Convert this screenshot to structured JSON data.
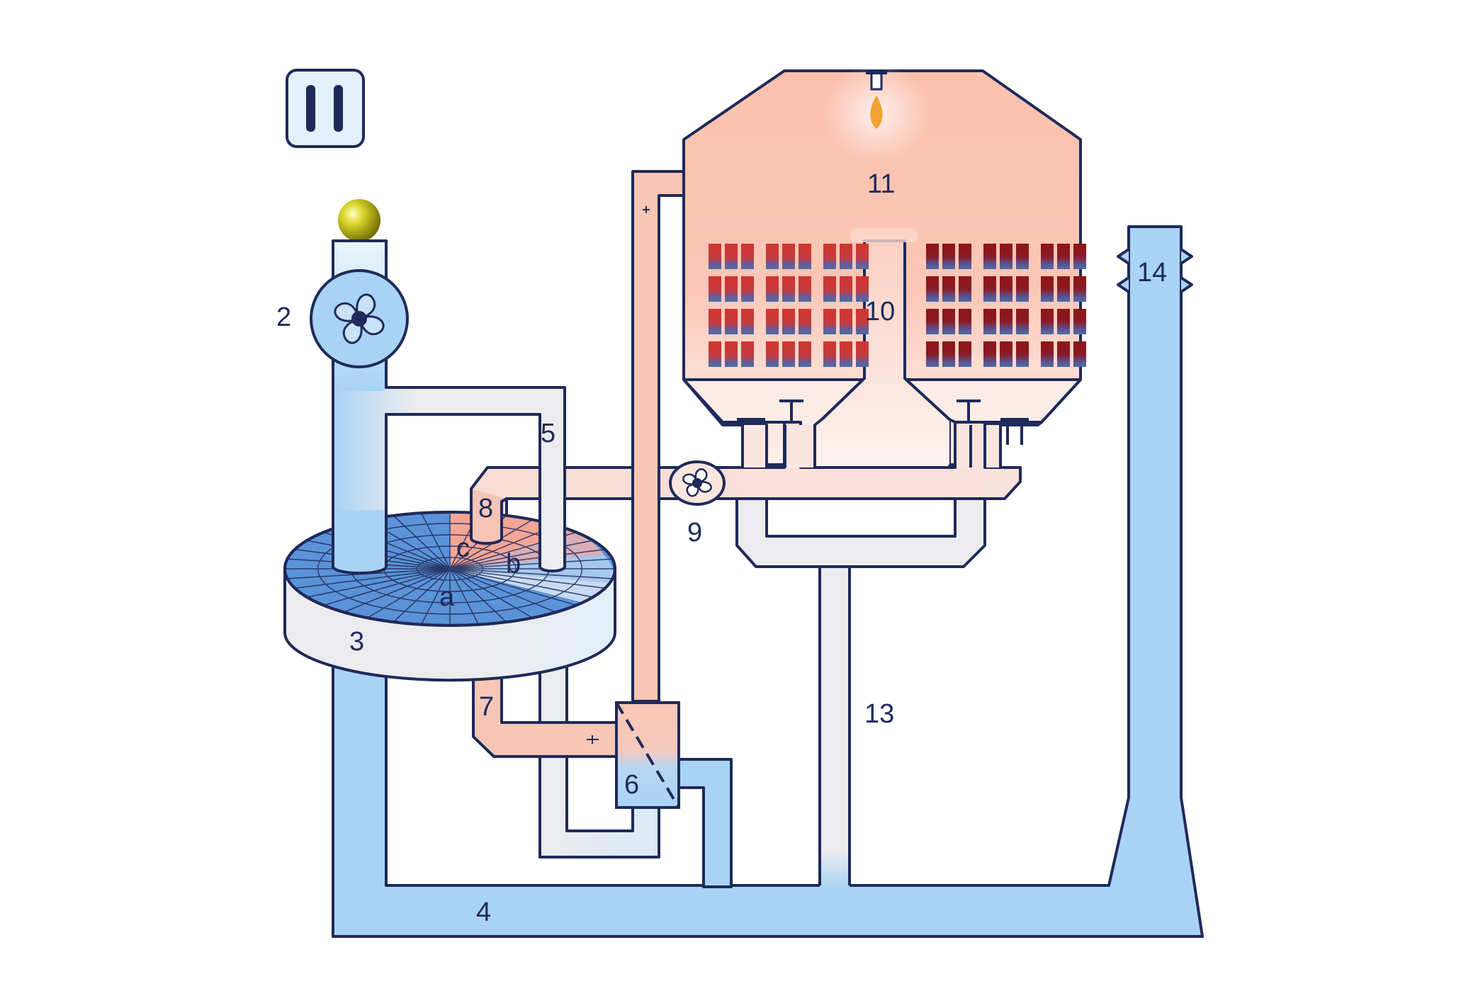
{
  "controls": {
    "pause_icon": "pause-icon",
    "indicator": "status-light-icon"
  },
  "labels": {
    "fan_2": "2",
    "wheel_3": "3",
    "sector_a": "a",
    "sector_b": "b",
    "sector_c": "c",
    "duct_4": "4",
    "duct_5": "5",
    "exchanger_6": "6",
    "duct_7": "7",
    "duct_8": "8",
    "fan_9": "9",
    "duct_10": "10",
    "chamber_11": "11",
    "duct_13": "13",
    "stack_14": "14"
  },
  "colors": {
    "stroke": "#1f2a5a",
    "cold": "#a9d3f5",
    "neutral": "#ececee",
    "warm": "#f8c6b5",
    "chamber": "#fbd0c2",
    "hot_brick": "#d0362e",
    "dark_brick": "#8e1515",
    "cool_brick": "#4a6fa8",
    "indicator": "#c8c800"
  }
}
